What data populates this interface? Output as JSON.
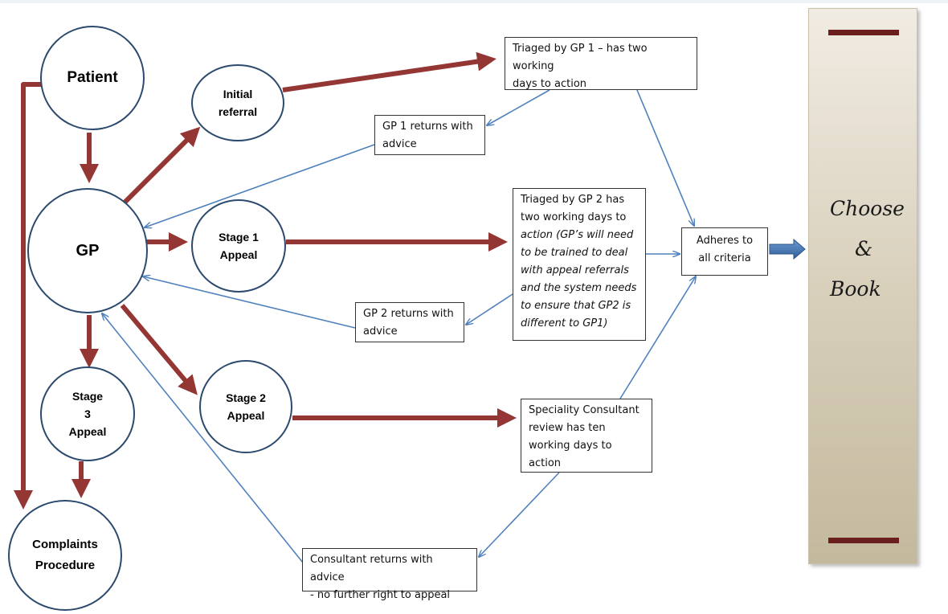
{
  "nodes": {
    "patient": "Patient",
    "initial_referral": [
      "Initial",
      "referral"
    ],
    "gp": "GP",
    "stage1": [
      "Stage 1",
      "Appeal"
    ],
    "stage2": [
      "Stage 2",
      "Appeal"
    ],
    "stage3": [
      "Stage",
      "3",
      "Appeal"
    ],
    "complaints": [
      "Complaints",
      "Procedure"
    ]
  },
  "boxes": {
    "triage_gp1": [
      "Triaged by GP 1 – has two working",
      "days to action"
    ],
    "gp1_returns": [
      "GP 1 returns with",
      "advice"
    ],
    "triage_gp2_plain": [
      "Triaged by GP 2 has",
      "two working days to"
    ],
    "triage_gp2_italic": [
      "action (GP’s will need",
      "to be trained to deal",
      "with appeal referrals",
      "and the system needs",
      "to ensure that GP2 is",
      "different to GP1)"
    ],
    "gp2_returns": [
      "GP 2 returns with",
      "advice"
    ],
    "adheres": [
      "Adheres to",
      "all criteria"
    ],
    "consultant_review": [
      "Speciality Consultant",
      "review has ten",
      "working days to action"
    ],
    "consultant_returns": [
      "Consultant returns with advice",
      "- no further right to appeal"
    ]
  },
  "choose_book": {
    "choose": "Choose",
    "amp": "&",
    "book": "Book"
  },
  "colors": {
    "red_arrow": "#943634",
    "blue_line": "#4f81bd",
    "circle_border": "#2c4a6e",
    "panel_bar": "#6b1e1e"
  }
}
